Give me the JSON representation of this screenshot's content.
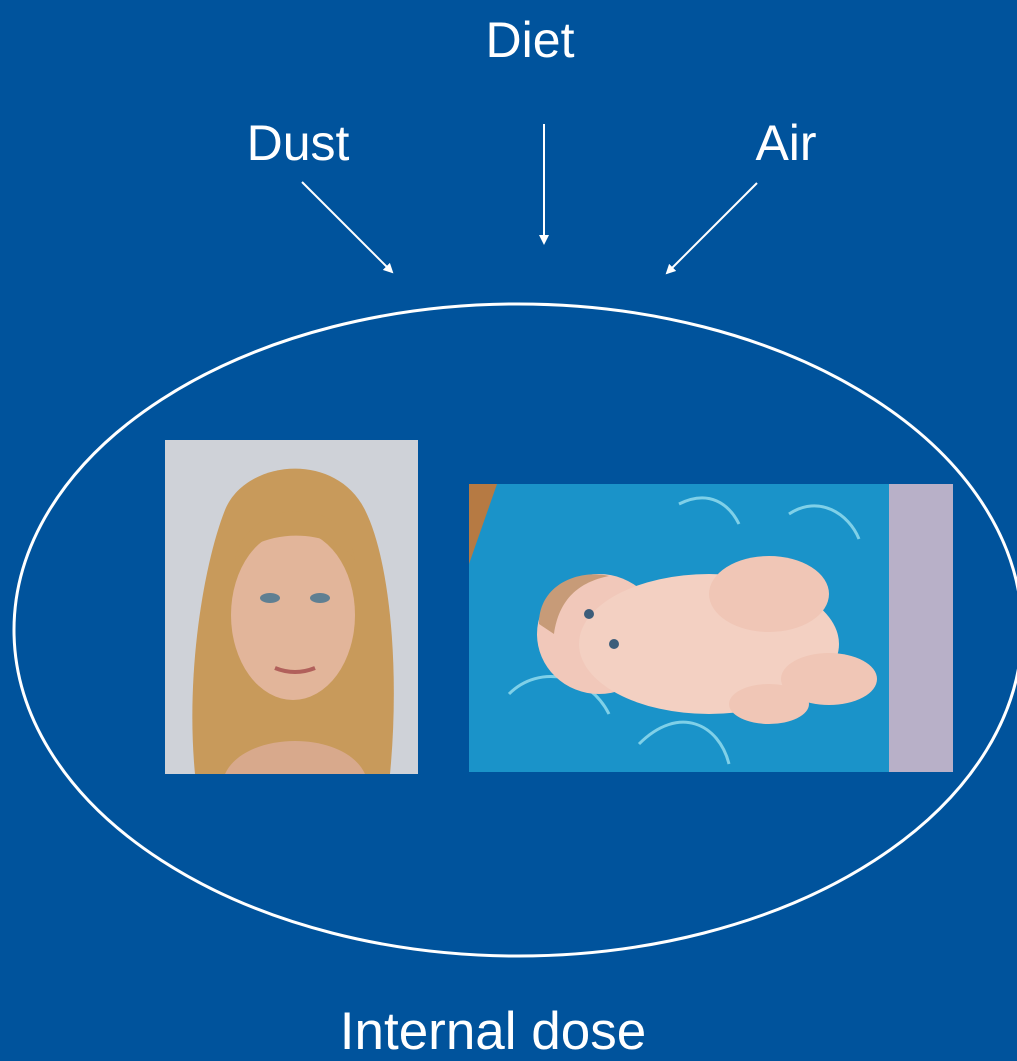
{
  "labels": {
    "diet": "Diet",
    "dust": "Dust",
    "air": "Air",
    "internal_dose": "Internal dose"
  },
  "colors": {
    "background": "#00539c",
    "line": "#ffffff",
    "text": "#ffffff"
  },
  "images": {
    "woman": "photo-portrait-woman",
    "baby": "photo-baby-on-blanket"
  }
}
